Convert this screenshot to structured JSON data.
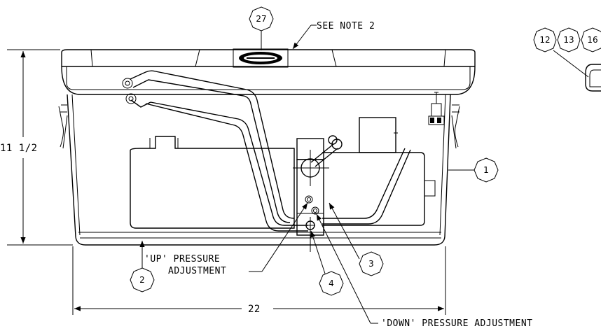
{
  "balloons": {
    "b27": "27",
    "b12": "12",
    "b13": "13",
    "b16": "16",
    "b1": "1",
    "b2": "2",
    "b3": "3",
    "b4": "4"
  },
  "notes": {
    "see_note": "SEE NOTE 2",
    "up_line1": "'UP' PRESSURE",
    "up_line2": "ADJUSTMENT",
    "down": "'DOWN' PRESSURE ADJUSTMENT"
  },
  "dimensions": {
    "height": "11 1/2",
    "width": "22"
  }
}
